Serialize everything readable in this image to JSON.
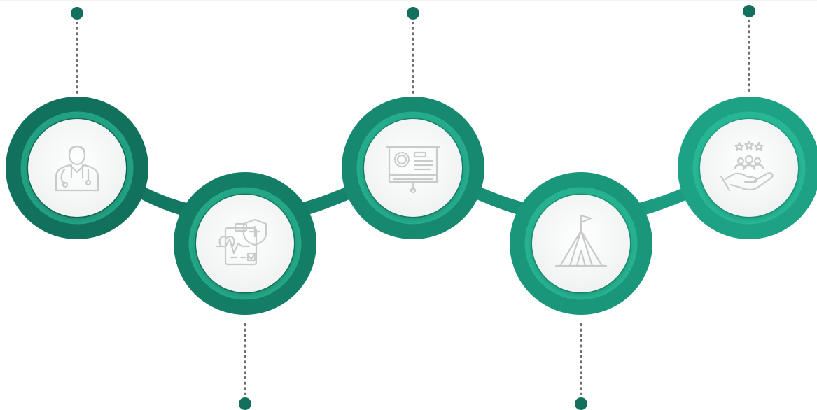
{
  "colors": {
    "chain_start": "#0f6b57",
    "chain_end": "#1fa78a",
    "ring_accent": "#2fc9a2",
    "disc": "#f7f8f8",
    "icon_stroke": "#c9cbcb",
    "connector_dot": "#14705d",
    "dotted_line": "#6e6e6e"
  },
  "nodes": [
    {
      "icon": "doctor-icon",
      "connector": "top"
    },
    {
      "icon": "medical-report-icon",
      "connector": "bottom"
    },
    {
      "icon": "presentation-board-icon",
      "connector": "top"
    },
    {
      "icon": "tent-flag-icon",
      "connector": "bottom"
    },
    {
      "icon": "customer-rating-hand-icon",
      "connector": "top"
    }
  ]
}
